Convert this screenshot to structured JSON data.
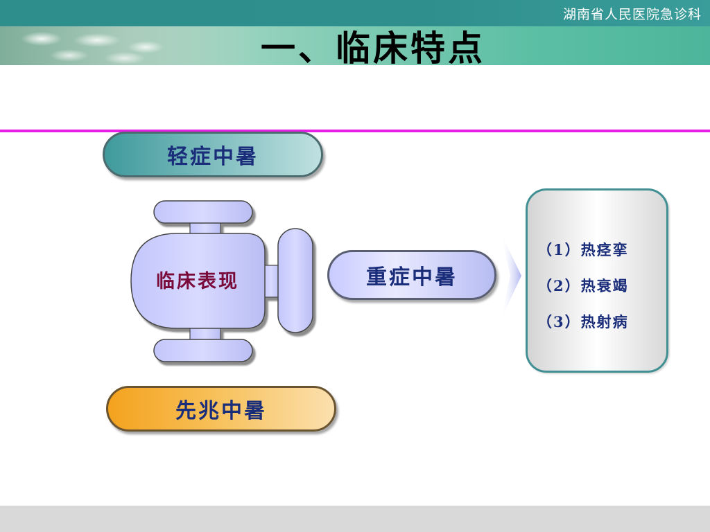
{
  "header": {
    "org_name": "湖南省人民医院急诊科",
    "title": "一、临床特点",
    "bar_color": "#2e8e8c",
    "divider_color": "#e61ee6"
  },
  "diagram": {
    "center": {
      "label": "临床表现",
      "color": "#c8cbff"
    },
    "mild": {
      "label": "轻症中暑",
      "color": "#3f9a9c"
    },
    "severe": {
      "label": "重症中暑",
      "color": "#c8cbff"
    },
    "aura": {
      "label": "先兆中暑",
      "color": "#f4a21e"
    },
    "severe_types": [
      {
        "label": "（1）热痉挛"
      },
      {
        "label": "（2）热衰竭"
      },
      {
        "label": "（3）热射病"
      }
    ]
  }
}
